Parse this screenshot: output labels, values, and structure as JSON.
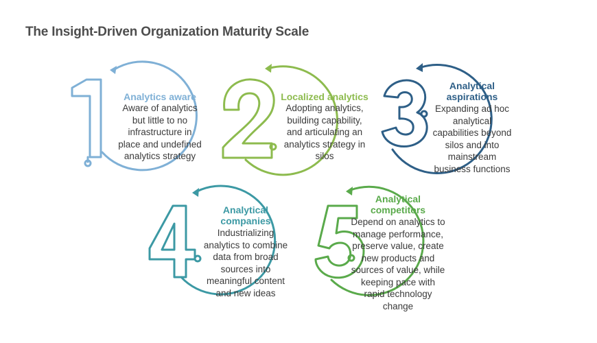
{
  "title": "The Insight-Driven Organization Maturity Scale",
  "stages": [
    {
      "number": "1",
      "title": "Analytics aware",
      "description": "Aware of analytics but little to no infrastructure in place and undefined analytics strategy",
      "color": "#7fb0d6"
    },
    {
      "number": "2",
      "title": "Localized analytics",
      "description": "Adopting analytics, building capability, and articulating an analytics strategy in silos",
      "color": "#8dbb4e"
    },
    {
      "number": "3",
      "title": "Analytical aspirations",
      "description": "Expanding ad hoc analytical capabilities beyond silos and into mainstream business functions",
      "color": "#2e5f87"
    },
    {
      "number": "4",
      "title": "Analytical companies",
      "description": "Industrializing analytics to combine data from broad sources into meaningful content and new ideas",
      "color": "#3c99a4"
    },
    {
      "number": "5",
      "title": "Analytical competitors",
      "description": "Depend on analytics to manage performance, preserve value, create new products and sources of value, while keeping pace with rapid technology change",
      "color": "#5aaa4b"
    }
  ]
}
